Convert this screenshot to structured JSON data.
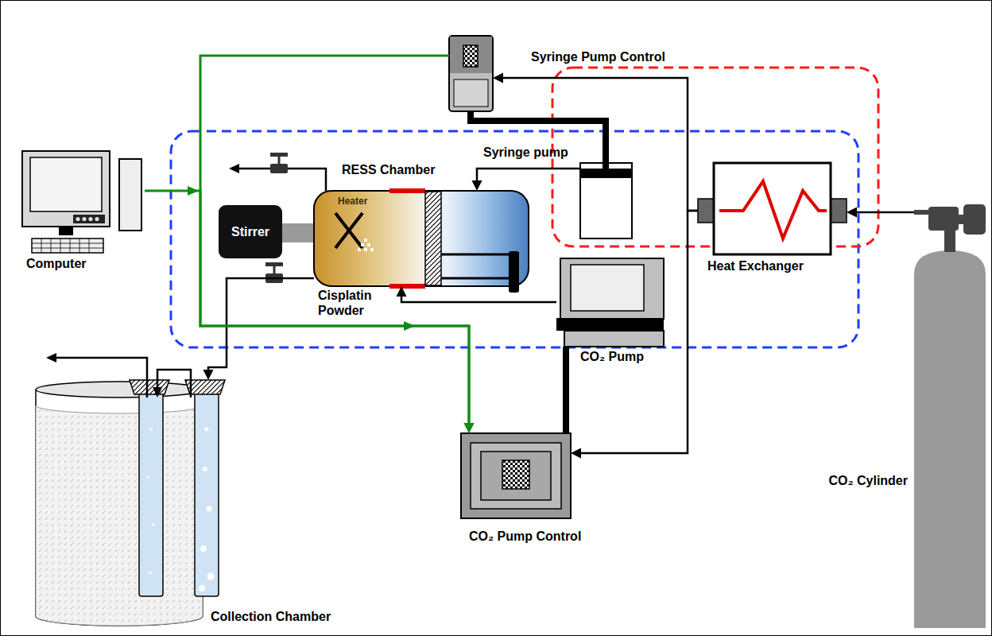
{
  "diagram": {
    "nodes": [
      {
        "text": [
          "Syringe Pump Control"
        ]
      },
      {
        "text": [
          "Computer"
        ]
      },
      {
        "text": [
          "RESS Chamber",
          "Heater"
        ]
      },
      {
        "text": [
          "Stirrer"
        ]
      },
      {
        "text": [
          "Syringe pump"
        ]
      },
      {
        "text": [
          "Heat Exchanger"
        ]
      },
      {
        "text": [
          "CO₂ Pump"
        ]
      },
      {
        "text": [
          "CO₂ Pump Control"
        ]
      },
      {
        "text": [
          "Collection Chamber"
        ]
      },
      {
        "text": [
          "CO₂ Cylinder"
        ]
      }
    ],
    "edges": [
      {
        "from": 9,
        "to": 5,
        "arrow": "to"
      },
      {
        "from": 5,
        "to": 0,
        "arrow": "to"
      },
      {
        "from": 5,
        "to": 7,
        "arrow": "to"
      },
      {
        "from": 0,
        "to": 4,
        "arrow": "none"
      },
      {
        "from": 4,
        "to": 2,
        "arrow": "to"
      },
      {
        "from": 6,
        "to": 7,
        "arrow": "none"
      },
      {
        "from": 6,
        "to": 2,
        "arrow": "to"
      },
      {
        "from": 2,
        "to": 8,
        "arrow": "to"
      },
      {
        "from": 1,
        "to": 7,
        "arrow": "to"
      },
      {
        "from": 0,
        "to": 7,
        "arrow": "to"
      }
    ],
    "labels": [
      "Cisplatin Powder"
    ]
  }
}
